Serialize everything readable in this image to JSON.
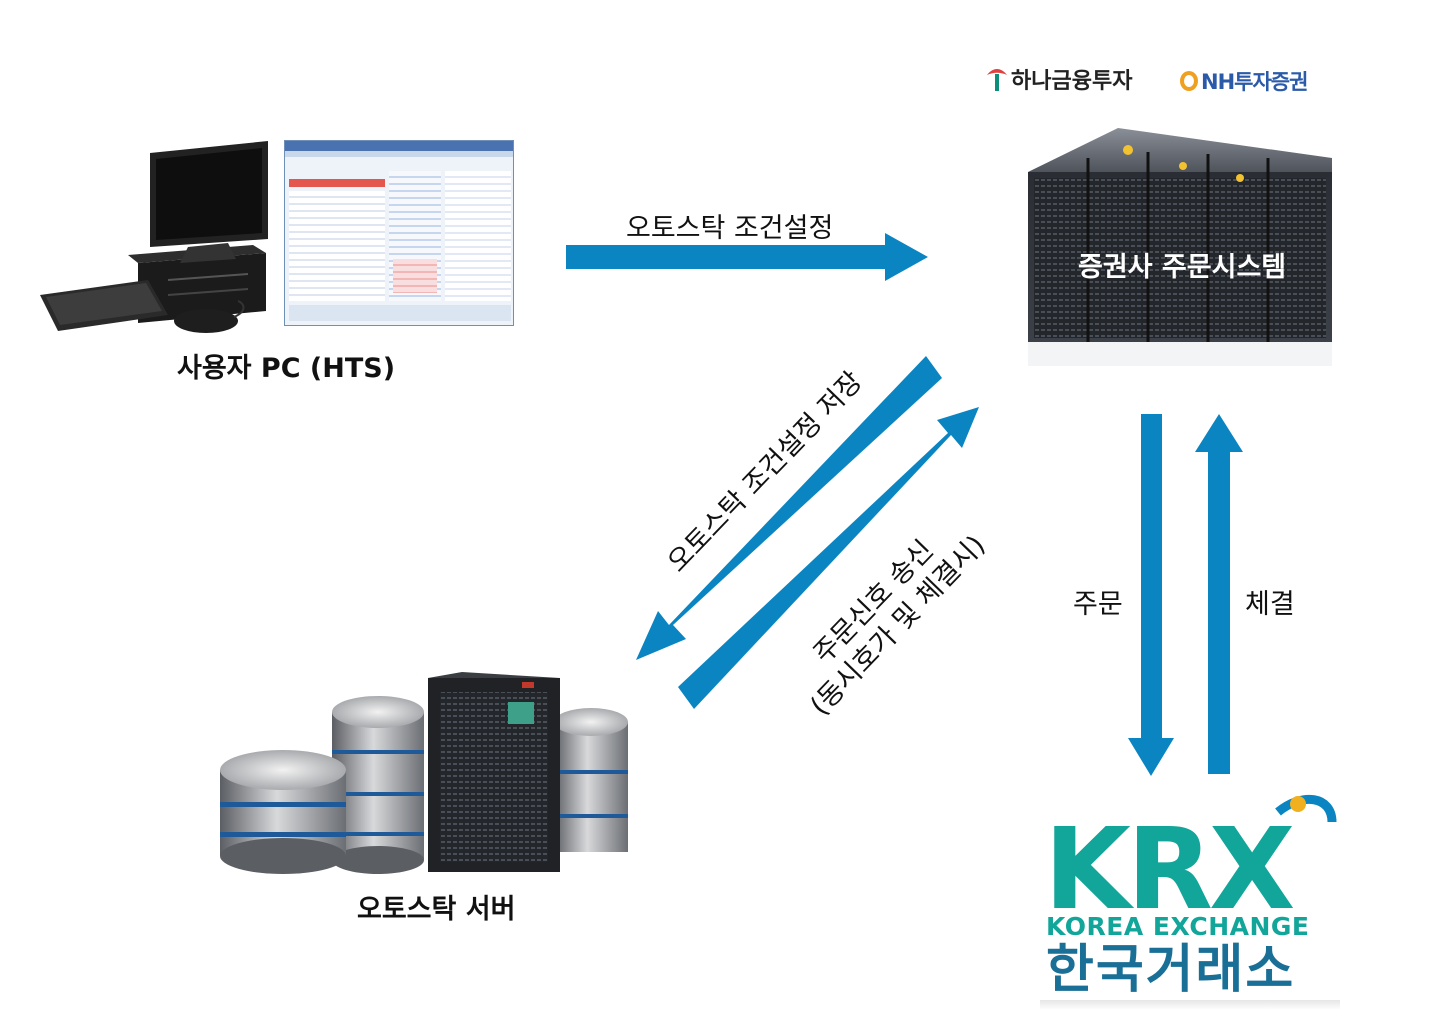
{
  "nodes": {
    "user_pc": "사용자 PC (HTS)",
    "autostock_server": "오토스탁 서버",
    "broker_system": "증권사 주문시스템"
  },
  "brokers": {
    "hana": "하나금융투자",
    "nh": "NH투자증권"
  },
  "arrows": {
    "pc_to_broker": "오토스탁 조건설정",
    "broker_to_server": "오토스탁 조건설정 저장",
    "server_to_broker_line1": "주문신호 송신",
    "server_to_broker_line2": "(동시호가 및 체결시)",
    "order": "주문",
    "execution": "체결"
  },
  "exchange": {
    "logo": "KRX",
    "english": "KOREA EXCHANGE",
    "korean": "한국거래소"
  },
  "colors": {
    "arrow": "#0a85c2",
    "krx_green": "#12a59a",
    "krx_korean": "#1a6f96",
    "hana_green": "#0b8f7b",
    "nh_blue": "#2a5aa8",
    "nh_gold": "#f0a020"
  }
}
